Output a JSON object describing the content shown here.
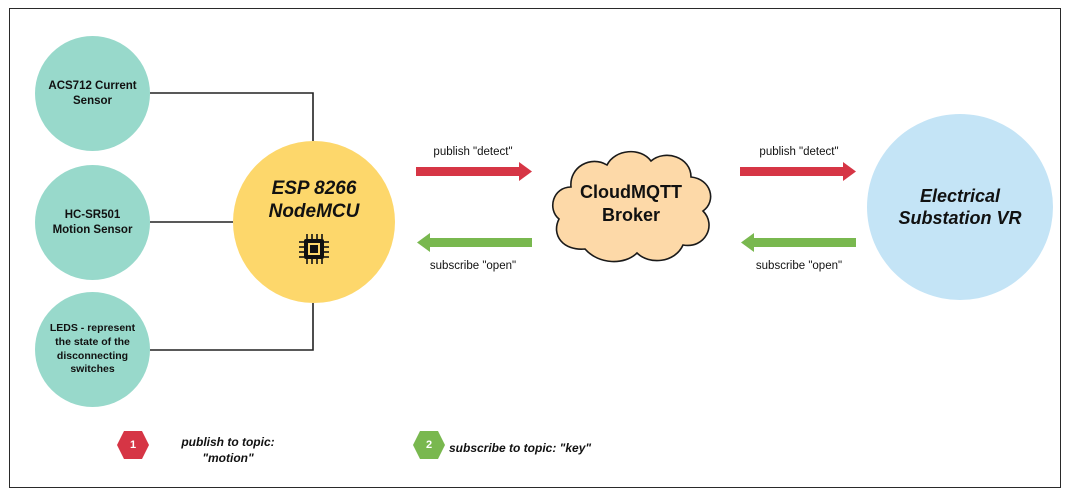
{
  "sensors": [
    {
      "label": "ACS712 Current Sensor"
    },
    {
      "label": "HC-SR501 Motion Sensor"
    },
    {
      "label": "LEDS - represent the state of the disconnecting switches"
    }
  ],
  "esp": {
    "title_line1": "ESP 8266",
    "title_line2": "NodeMCU",
    "icon": "chip-icon"
  },
  "broker": {
    "line1": "CloudMQTT",
    "line2": "Broker"
  },
  "vr": {
    "line1": "Electrical",
    "line2": "Substation VR"
  },
  "arrows": {
    "left_publish": "publish \"detect\"",
    "left_subscribe": "subscribe \"open\"",
    "right_publish": "publish \"detect\"",
    "right_subscribe": "subscribe \"open\""
  },
  "legend": [
    {
      "badge": "1",
      "text_line1": "publish to topic:",
      "text_line2": "\"motion\"",
      "color": "#d63545"
    },
    {
      "badge": "2",
      "text": "subscribe to topic: \"key\"",
      "color": "#79b84f"
    }
  ],
  "colors": {
    "publish_arrow": "#d63545",
    "subscribe_arrow": "#79b84f",
    "sensor_fill": "#98d9cb",
    "esp_fill": "#fdd76b",
    "broker_fill": "#fdd9a8",
    "vr_fill": "#c4e4f6"
  }
}
